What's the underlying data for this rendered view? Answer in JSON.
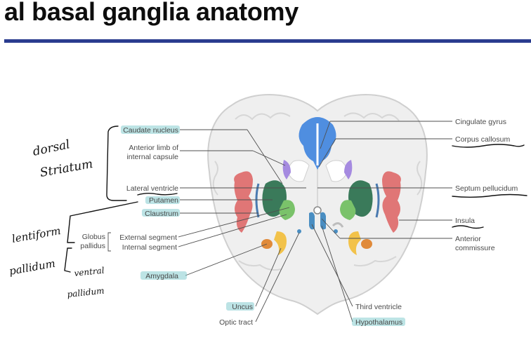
{
  "title": "al basal ganglia anatomy",
  "colors": {
    "rule": "#2a3c8f",
    "highlight": "#6cc3c6",
    "brain_fill": "#efefef",
    "brain_stroke": "#cfcfcf",
    "caudate": "#4f8ee0",
    "putamen": "#3a7a5a",
    "globus": "#7ac26a",
    "insula": "#e07676",
    "internal_capsule": "#a58ae0",
    "amygdala": "#e08a3a",
    "uncus": "#f2c24a",
    "third_ventricle": "#4a8ec2"
  },
  "labels": {
    "caudate_nucleus": "Caudate nucleus",
    "anterior_limb_line1": "Anterior limb of",
    "anterior_limb_line2": "internal capsule",
    "lateral_ventricle": "Lateral ventricle",
    "putamen": "Putamen",
    "claustrum": "Claustrum",
    "globus_line1": "Globus",
    "globus_line2": "pallidus",
    "external_segment": "External segment",
    "internal_segment": "Internal segment",
    "amygdala": "Amygdala",
    "uncus": "Uncus",
    "optic_tract": "Optic tract",
    "cingulate_gyrus": "Cingulate gyrus",
    "corpus_callosum": "Corpus callosum",
    "septum_pellucidum": "Septum pellucidum",
    "insula": "Insula",
    "anterior_commissure_line1": "Anterior",
    "anterior_commissure_line2": "commissure",
    "third_ventricle": "Third ventricle",
    "hypothalamus": "Hypothalamus"
  },
  "handwriting": {
    "dorsal": "dorsal",
    "striatum": "Striatum",
    "lentiform": "lentiform",
    "pallidum": "pallidum",
    "ventral": "ventral",
    "pallidum_2": "pallidum"
  }
}
